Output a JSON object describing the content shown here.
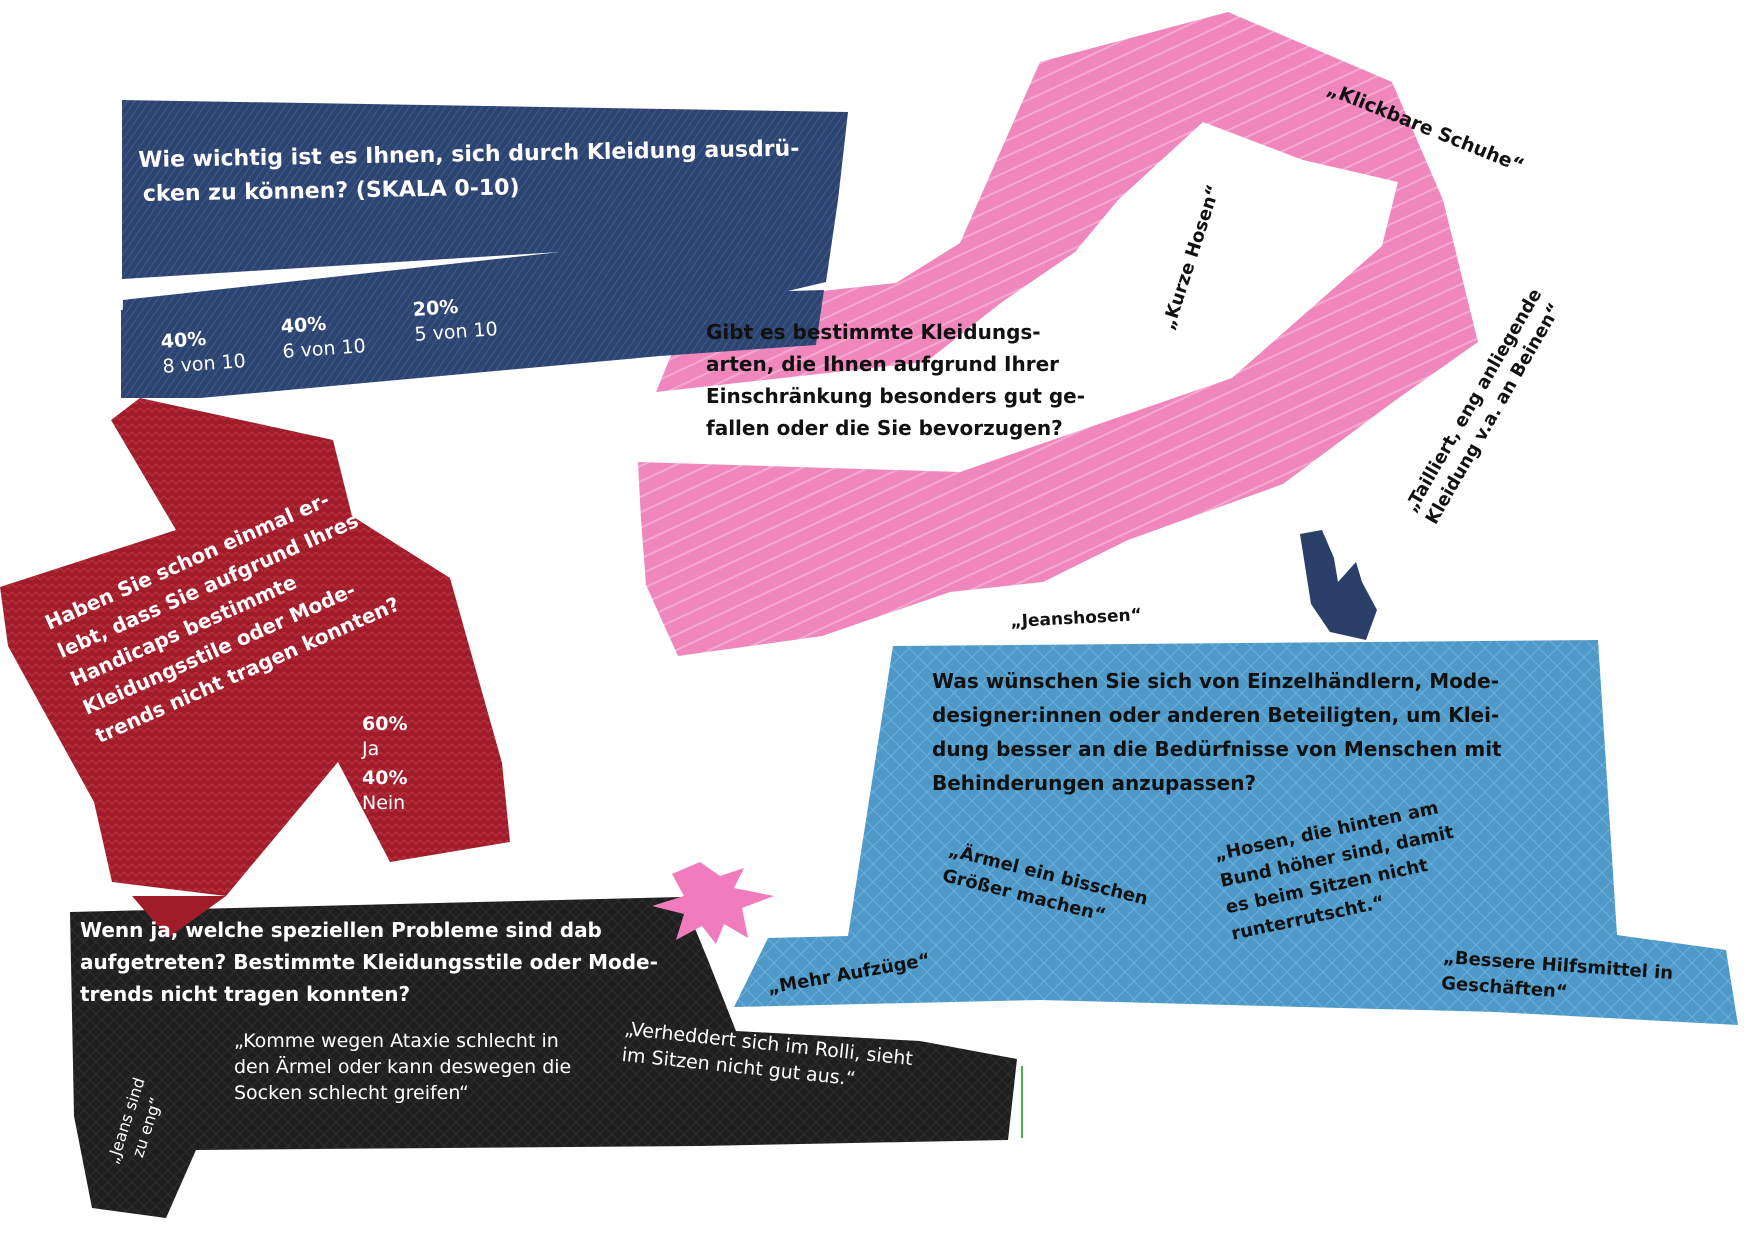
{
  "colors": {
    "denim": "#2e4470",
    "red_knit": "#a01c2a",
    "pink_fur": "#ef86bc",
    "blue_leather": "#4f99c9",
    "black_leather": "#1f1f1f",
    "navy_flame": "#2b4068",
    "pink_star": "#f07cbe"
  },
  "denim_panel": {
    "question_lines": [
      "Wie wichtig ist es Ihnen, sich durch Kleidung ausdrü-",
      "cken zu können? (SKALA 0-10)"
    ],
    "results": [
      {
        "percent": "40%",
        "count": "8 von 10"
      },
      {
        "percent": "40%",
        "count": "6 von 10"
      },
      {
        "percent": "20%",
        "count": "5 von 10"
      }
    ]
  },
  "red_panel": {
    "question_lines": [
      "Haben Sie schon einmal er-",
      "lebt, dass Sie aufgrund Ihres",
      "Handicaps bestimmte",
      "Kleidungsstile oder Mode-",
      "trends nicht tragen konnten?"
    ],
    "results": [
      {
        "percent": "60%",
        "label": "Ja"
      },
      {
        "percent": "40%",
        "label": "Nein"
      }
    ]
  },
  "pink_panel": {
    "question_lines": [
      "Gibt es bestimmte Kleidungs-",
      "arten, die Ihnen aufgrund Ihrer",
      "Einschränkung besonders gut ge-",
      "fallen oder die Sie bevorzugen?"
    ],
    "answers": [
      "„Klickbare Schuhe“",
      "„Kurze Hosen“",
      "„Tailliert, eng anliegende",
      "Kleidung v.a. an Beinen“",
      "„Jeanshosen“"
    ]
  },
  "blue_panel": {
    "question_lines": [
      "Was wünschen Sie sich von Einzelhändlern, Mode-",
      "designer:innen oder anderen Beteiligten, um Klei-",
      "dung besser an die Bedürfnisse von Menschen mit",
      "Behinderungen anzupassen?"
    ],
    "answers": [
      [
        "„Ärmel ein bisschen",
        "Größer machen“"
      ],
      [
        "„Hosen, die hinten am",
        "Bund höher sind, damit",
        "es beim Sitzen nicht",
        "runterrutscht.“"
      ],
      [
        "„Mehr Aufzüge“"
      ],
      [
        "„Bessere Hilfsmittel in",
        "Geschäften“"
      ]
    ]
  },
  "black_panel": {
    "question_lines": [
      "Wenn ja, welche speziellen Probleme sind dab",
      "aufgetreten? Bestimmte Kleidungsstile oder Mode-",
      "trends nicht tragen konnten?"
    ],
    "answers": [
      [
        "„Jeans sind",
        "zu eng“"
      ],
      [
        "„Komme wegen Ataxie schlecht in",
        "den Ärmel oder kann deswegen die",
        "Socken schlecht greifen“"
      ],
      [
        "„Verheddert sich im Rolli, sieht",
        "im Sitzen nicht gut aus.“"
      ]
    ]
  }
}
